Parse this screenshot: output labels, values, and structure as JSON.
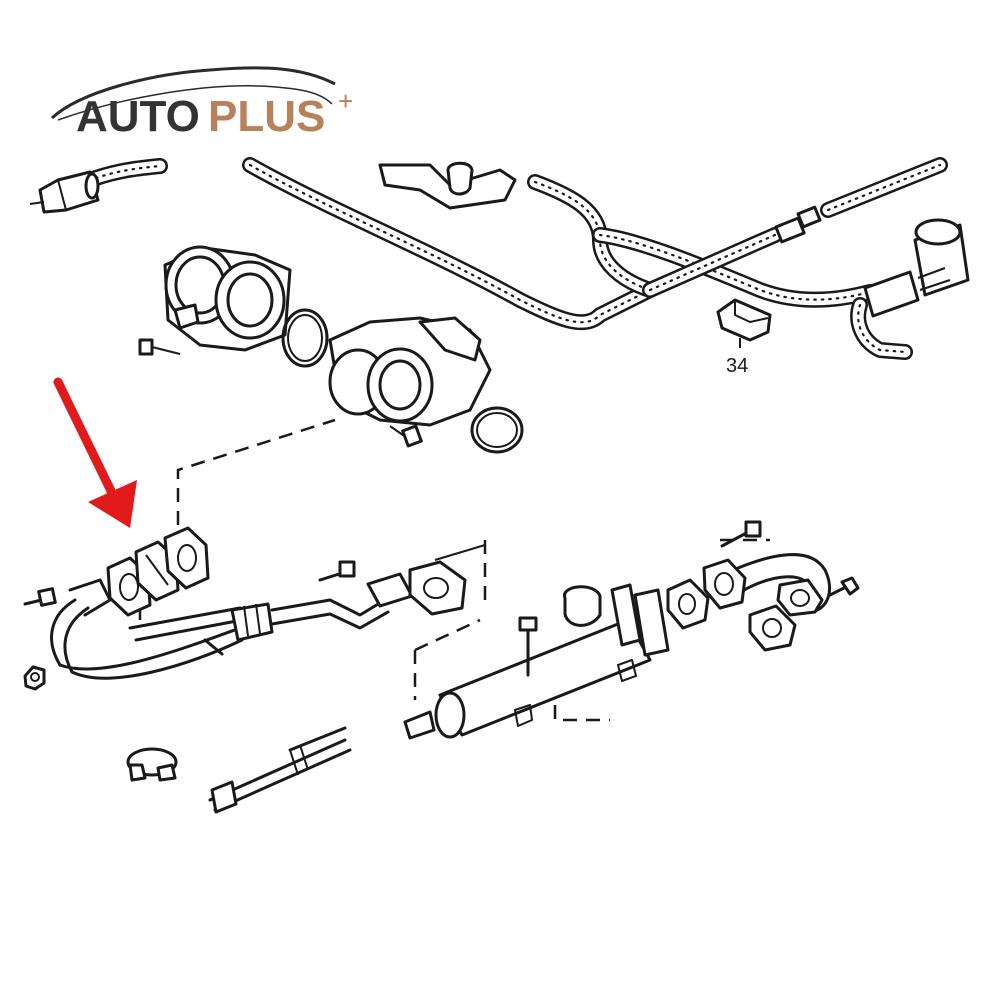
{
  "logo": {
    "word1": "AUTO",
    "word2": "PLUS",
    "mark": "+",
    "color_dark": "#333333",
    "color_accent": "#b9815a"
  },
  "diagram": {
    "callout_34": "34",
    "arrow_color": "#e11b1b",
    "highlight_color": "#d0d0d0"
  }
}
